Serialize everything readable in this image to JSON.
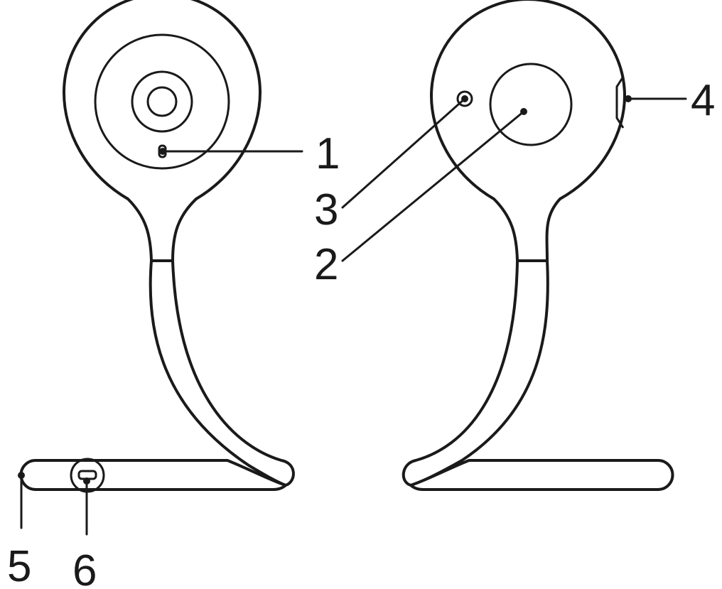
{
  "callouts": [
    {
      "id": "1",
      "label": "1"
    },
    {
      "id": "2",
      "label": "2"
    },
    {
      "id": "3",
      "label": "3"
    },
    {
      "id": "4",
      "label": "4"
    },
    {
      "id": "5",
      "label": "5"
    },
    {
      "id": "6",
      "label": "6"
    }
  ],
  "colors": {
    "stroke": "#1a1a1a",
    "background": "#ffffff"
  }
}
